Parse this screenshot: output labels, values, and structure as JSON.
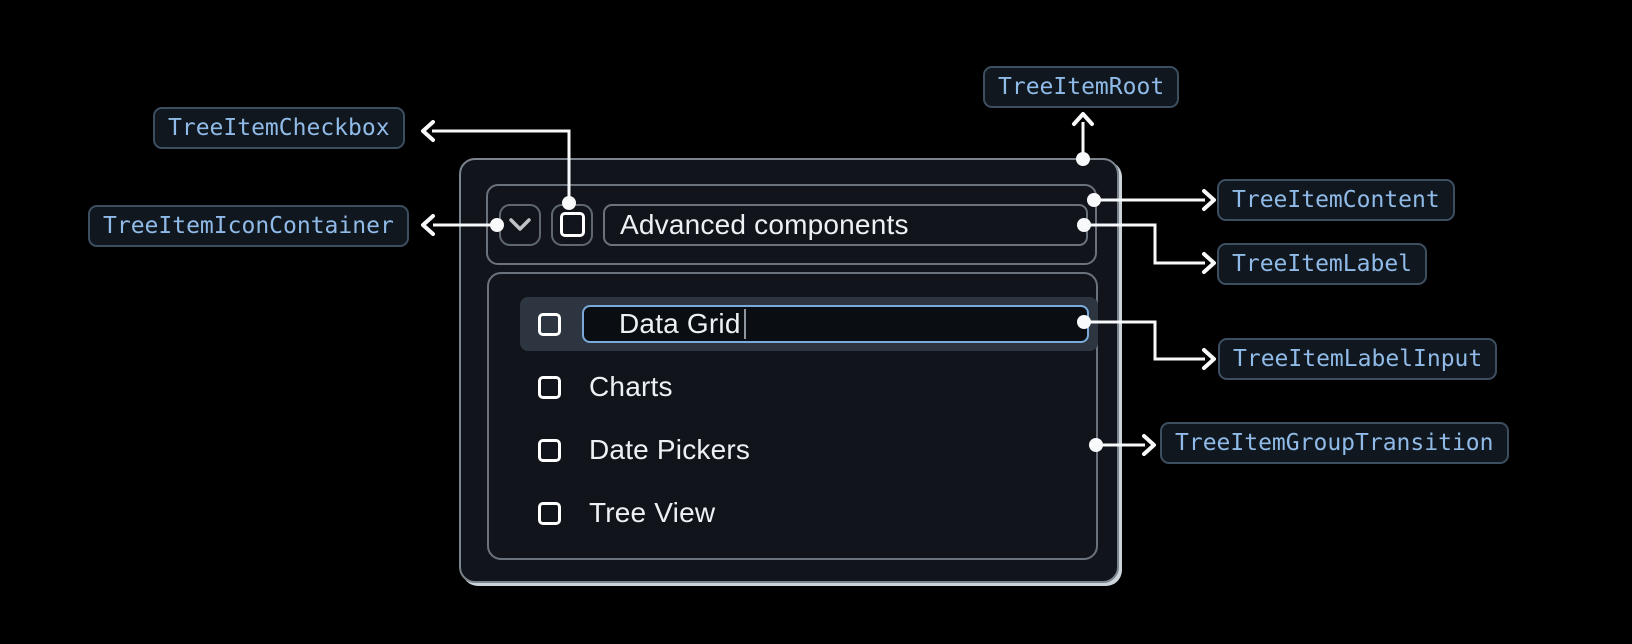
{
  "annotations": {
    "root": "TreeItemRoot",
    "checkbox": "TreeItemCheckbox",
    "icon_container": "TreeItemIconContainer",
    "content": "TreeItemContent",
    "label": "TreeItemLabel",
    "label_input": "TreeItemLabelInput",
    "group_transition": "TreeItemGroupTransition"
  },
  "tree": {
    "parent": {
      "label": "Advanced components",
      "expanded": true,
      "checked": false
    },
    "children": [
      {
        "label": "Data Grid",
        "editing": true,
        "input_value": "Data Grid",
        "checked": false
      },
      {
        "label": "Charts",
        "checked": false
      },
      {
        "label": "Date Pickers",
        "checked": false
      },
      {
        "label": "Tree View",
        "checked": false
      }
    ]
  },
  "icons": {
    "expand": "chevron-down-icon",
    "checkbox": "checkbox-unchecked-icon",
    "connector_dot": "dot-marker",
    "connector_arrow": "arrowhead"
  },
  "colors": {
    "background": "#000000",
    "panel_background": "#11151b",
    "panel_border": "#7b838d",
    "panel_edge_highlight": "#ccd3d9",
    "box_border": "#6b727b",
    "annotation_text": "#90bae7",
    "annotation_border": "#3c4e5f",
    "annotation_background": "#10171f",
    "connector": "#f7f9fa",
    "text": "#eef1f4",
    "focused_row_background": "#2c3540",
    "input_border": "#7aa9da",
    "input_background": "#0a0e13",
    "checkbox": "#ffffff"
  }
}
